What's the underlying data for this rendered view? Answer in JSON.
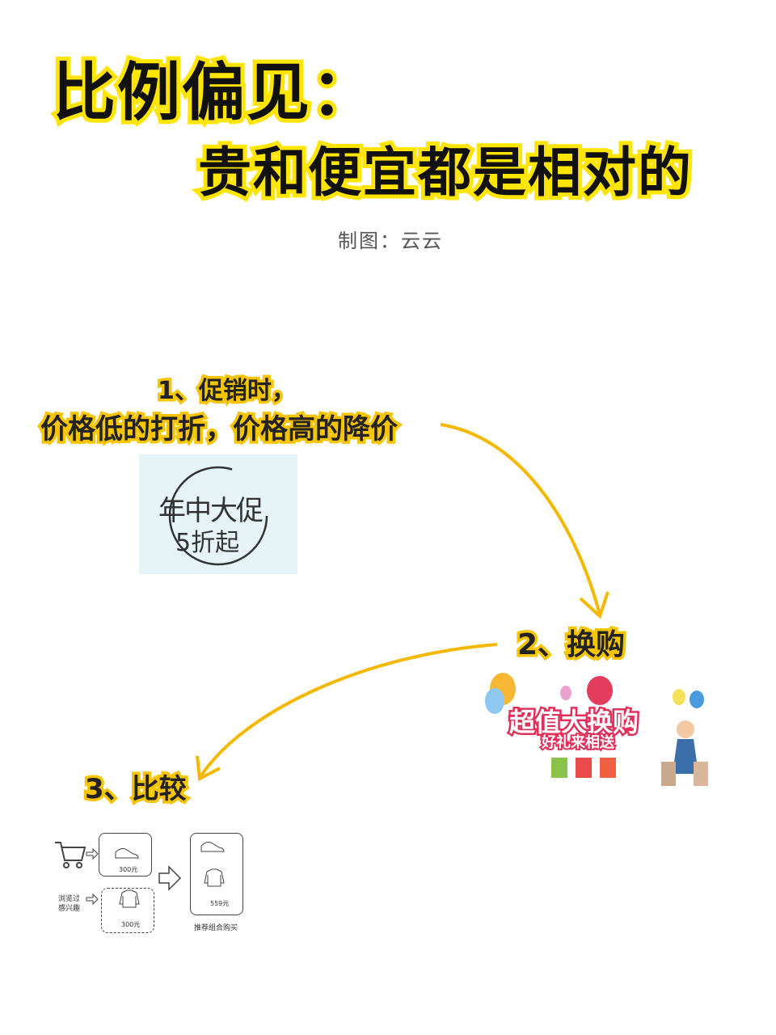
{
  "title": {
    "line1": "比例偏见：",
    "line2": "贵和便宜都是相对的"
  },
  "credit": "制图：云云",
  "steps": [
    {
      "label_line1": "1、促销时，",
      "label_line2": "价格低的打折，价格高的降价",
      "image_text": [
        "年中大促",
        "5折起"
      ]
    },
    {
      "label": "2、换购",
      "image_text": [
        "超值大换购",
        "好礼来相送"
      ]
    },
    {
      "label": "3、比较",
      "diagram": {
        "browsed_label": [
          "浏览过",
          "感兴趣"
        ],
        "shoe_price": "300元",
        "shirt_price": "300元",
        "bundle_price": "559元",
        "bundle_caption": "推荐组合购买"
      }
    }
  ],
  "colors": {
    "highlight": "#ffe500",
    "arrow": "#f5b800",
    "sale_text": "#e0305a"
  }
}
